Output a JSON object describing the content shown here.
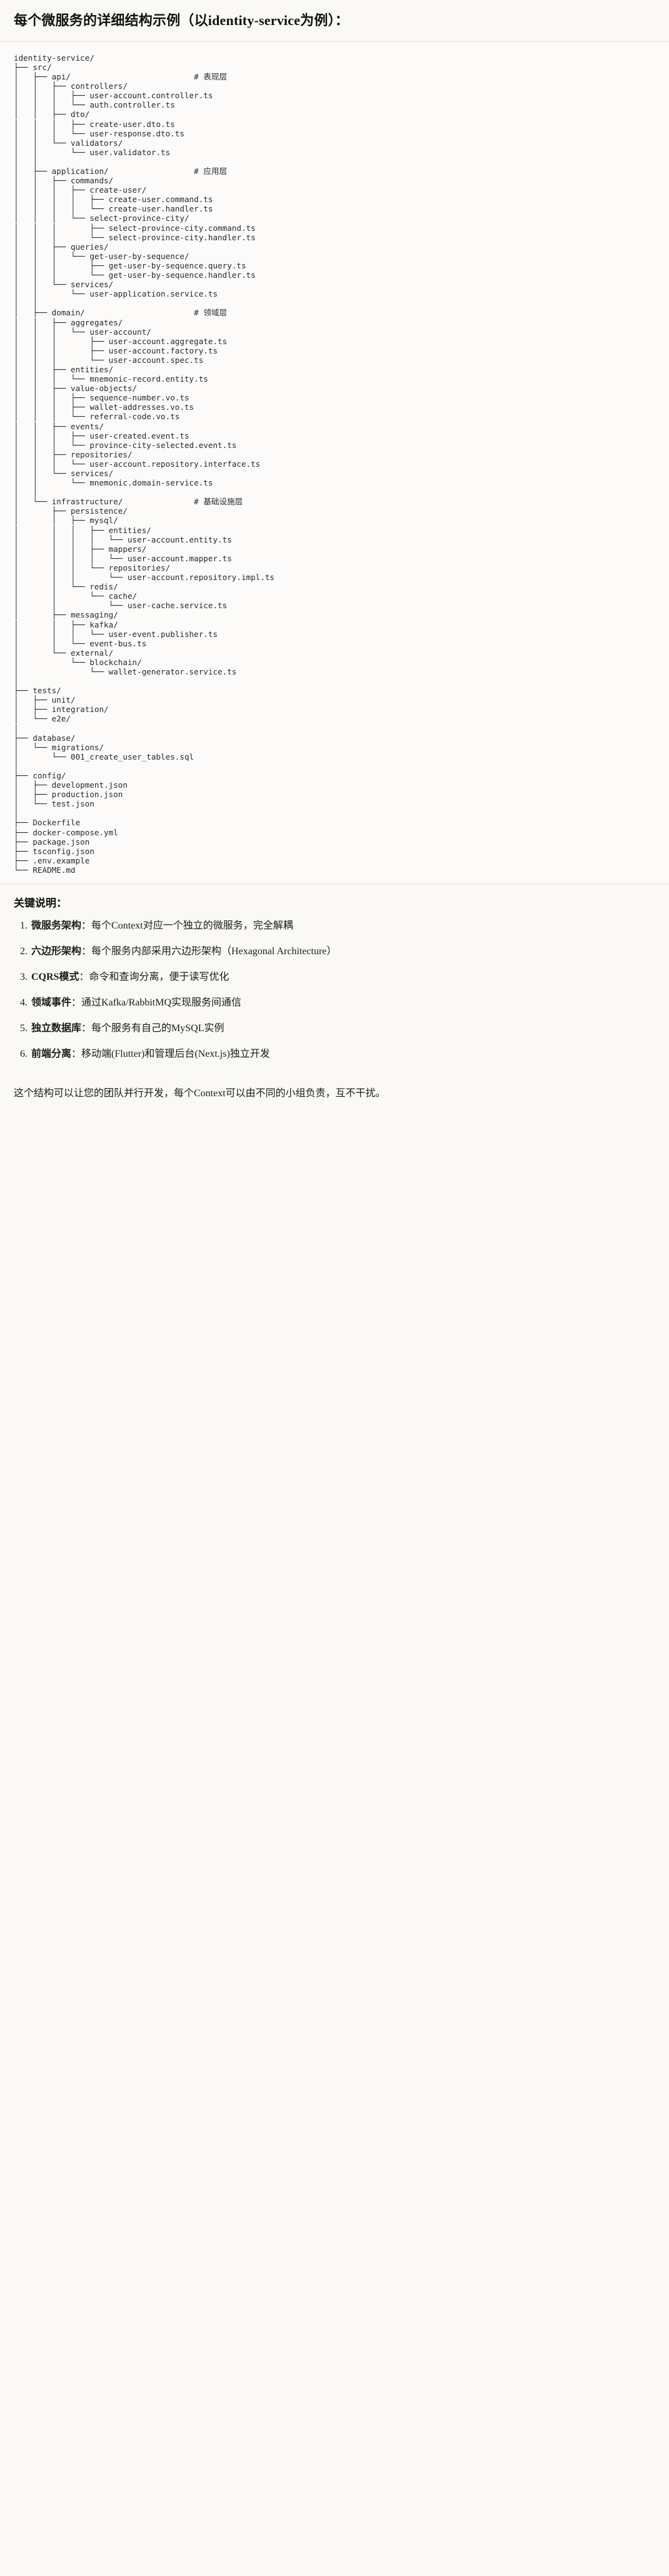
{
  "header": {
    "title": "每个微服务的详细结构示例（以identity-service为例）："
  },
  "tree": {
    "root": "identity-service/",
    "text": "identity-service/\n├── src/\n│   ├── api/                          # 表现层\n│   │   ├── controllers/\n│   │   │   ├── user-account.controller.ts\n│   │   │   └── auth.controller.ts\n│   │   ├── dto/\n│   │   │   ├── create-user.dto.ts\n│   │   │   └── user-response.dto.ts\n│   │   └── validators/\n│   │       └── user.validator.ts\n│   │\n│   ├── application/                  # 应用层\n│   │   ├── commands/\n│   │   │   ├── create-user/\n│   │   │   │   ├── create-user.command.ts\n│   │   │   │   └── create-user.handler.ts\n│   │   │   └── select-province-city/\n│   │   │       ├── select-province-city.command.ts\n│   │   │       └── select-province-city.handler.ts\n│   │   ├── queries/\n│   │   │   └── get-user-by-sequence/\n│   │   │       ├── get-user-by-sequence.query.ts\n│   │   │       └── get-user-by-sequence.handler.ts\n│   │   └── services/\n│   │       └── user-application.service.ts\n│   │\n│   ├── domain/                       # 领域层\n│   │   ├── aggregates/\n│   │   │   └── user-account/\n│   │   │       ├── user-account.aggregate.ts\n│   │   │       ├── user-account.factory.ts\n│   │   │       └── user-account.spec.ts\n│   │   ├── entities/\n│   │   │   └── mnemonic-record.entity.ts\n│   │   ├── value-objects/\n│   │   │   ├── sequence-number.vo.ts\n│   │   │   ├── wallet-addresses.vo.ts\n│   │   │   └── referral-code.vo.ts\n│   │   ├── events/\n│   │   │   ├── user-created.event.ts\n│   │   │   └── province-city-selected.event.ts\n│   │   ├── repositories/\n│   │   │   └── user-account.repository.interface.ts\n│   │   └── services/\n│   │       └── mnemonic.domain-service.ts\n│   │\n│   └── infrastructure/               # 基础设施层\n│       ├── persistence/\n│       │   ├── mysql/\n│       │   │   ├── entities/\n│       │   │   │   └── user-account.entity.ts\n│       │   │   ├── mappers/\n│       │   │   │   └── user-account.mapper.ts\n│       │   │   └── repositories/\n│       │   │       └── user-account.repository.impl.ts\n│       │   └── redis/\n│       │       └── cache/\n│       │           └── user-cache.service.ts\n│       ├── messaging/\n│       │   ├── kafka/\n│       │   │   └── user-event.publisher.ts\n│       │   └── event-bus.ts\n│       └── external/\n│           └── blockchain/\n│               └── wallet-generator.service.ts\n│\n├── tests/\n│   ├── unit/\n│   ├── integration/\n│   └── e2e/\n│\n├── database/\n│   └── migrations/\n│       └── 001_create_user_tables.sql\n│\n├── config/\n│   ├── development.json\n│   ├── production.json\n│   └── test.json\n│\n├── Dockerfile\n├── docker-compose.yml\n├── package.json\n├── tsconfig.json\n├── .env.example\n└── README.md",
    "comments": [
      "# 表现层",
      "# 应用层",
      "# 领域层",
      "# 基础设施层"
    ]
  },
  "notes": {
    "title": "关键说明：",
    "items": [
      {
        "label": "微服务架构",
        "sep": "：",
        "text": "每个Context对应一个独立的微服务，完全解耦"
      },
      {
        "label": "六边形架构",
        "sep": "：",
        "text": "每个服务内部采用六边形架构（Hexagonal Architecture）"
      },
      {
        "label": "CQRS模式",
        "sep": "：",
        "text": "命令和查询分离，便于读写优化"
      },
      {
        "label": "领域事件",
        "sep": "：",
        "text": "通过Kafka/RabbitMQ实现服务间通信"
      },
      {
        "label": "独立数据库",
        "sep": "：",
        "text": "每个服务有自己的MySQL实例"
      },
      {
        "label": "前端分离",
        "sep": "：",
        "text": "移动端(Flutter)和管理后台(Next.js)独立开发"
      }
    ]
  },
  "closing": {
    "text": "这个结构可以让您的团队并行开发，每个Context可以由不同的小组负责，互不干扰。"
  },
  "colors": {
    "page_bg": "#faf9f6",
    "code_bg": "#fcfbf9",
    "rule": "#e2e0da",
    "text": "#1a1a1a",
    "code_text": "#24292e"
  }
}
